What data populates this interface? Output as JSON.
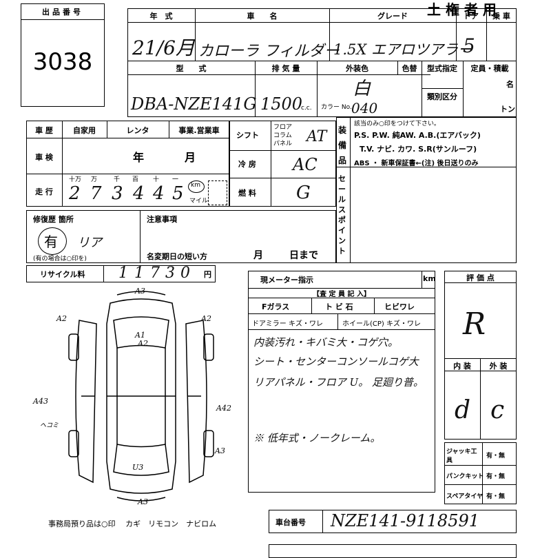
{
  "header": {
    "lot_label": "出品番号",
    "lot_number": "3038",
    "title": "土 権 者 用"
  },
  "vehicle": {
    "year_label": "年　式",
    "year_value": "21/6月",
    "name_label": "車　　名",
    "name_value": "カローラ フィルダー",
    "grade_label": "グレード",
    "grade_value": "1.5X エアロツアラー",
    "doors_label": "ドア",
    "doors_value": "5",
    "seating_label": "乗 車",
    "model_label": "型　　式",
    "model_value": "DBA-NZE141G",
    "displacement_label": "排 気 量",
    "displacement_value": "1500",
    "displacement_unit": "c.c.",
    "exterior_color_label": "外装色",
    "exterior_color_value": "白",
    "color_code_label": "カラー No.",
    "color_code_value": "040",
    "color_change_label": "色替",
    "model_designation_label": "型式指定",
    "category_label": "類別区分",
    "capacity_label": "定員・積載",
    "persons_unit": "名",
    "tons_unit": "トン"
  },
  "usage": {
    "history_label": "車 歴",
    "private_label": "自家用",
    "rental_label": "レンタ",
    "business_label": "事業.営業車",
    "inspection_label": "車 検",
    "year_unit": "年",
    "month_unit": "月",
    "mileage_label": "走 行",
    "digit_labels": [
      "十万",
      "万",
      "千",
      "百",
      "十",
      "一"
    ],
    "mileage_digits": [
      "2",
      "7",
      "3",
      "4",
      "4",
      "5"
    ],
    "km_label": "km",
    "mile_label": "マイル"
  },
  "drivetrain": {
    "shift_label": "シフト",
    "shift_options": [
      "フロア",
      "コラム",
      "パネル"
    ],
    "shift_value": "AT",
    "ac_label": "冷 房",
    "ac_value": "AC",
    "fuel_label": "燃 料",
    "fuel_value": "G"
  },
  "equipment": {
    "label": "装 備 品",
    "note": "該当のみ○印をつけて下さい。",
    "line1": "P.S.  P.W.  純AW.  A.B.(エアバック)",
    "line2": "T.V.  ナビ.  カワ.  S.R(サンルーフ)",
    "line3": "ABS ・ 新車保証書←(注) 後日送りのみ"
  },
  "sales_point_label": "セールスポイント",
  "repair": {
    "label": "修復歴  箇所",
    "value": "有",
    "location": "リア",
    "note": "(有の場合は○印を)",
    "notes_label": "注意事項",
    "name_change_label": "名変期日の短い方",
    "month_unit": "月",
    "day_unit": "日まで"
  },
  "recycle": {
    "label": "リサイクル料",
    "digits": [
      "1",
      "1",
      "7",
      "3",
      "0"
    ],
    "unit": "円"
  },
  "meter": {
    "label": "現メーター指示",
    "unit": "km"
  },
  "inspector": {
    "title": "【査 定 員 記 入】",
    "glass_label": "Fガラス",
    "scratch_label": "ト ビ 石",
    "crack_label": "ヒビワレ",
    "mirror_label": "ドアミラー キズ・ワレ",
    "wheel_label": "ホイール(CP) キズ・ワレ",
    "lines": [
      "内装汚れ・キバミ大・コゲ穴。",
      "シート・センターコンソールコゲ大",
      "リアパネル・フロア U。 足廻り普。",
      "※ 低年式・ノークレーム。"
    ]
  },
  "score": {
    "label": "評 価 点",
    "value": "R",
    "interior_label": "内 装",
    "exterior_label": "外 装",
    "interior_value": "d",
    "exterior_value": "c"
  },
  "tools": {
    "jack_label": "ジャッキ工具",
    "puncture_label": "パンクキット",
    "spare_label": "スペアタイヤ",
    "option": "有・無"
  },
  "diagram": {
    "marks": [
      "A3",
      "A2",
      "A2",
      "A1",
      "A2",
      "A43",
      "A42",
      "A3",
      "U3",
      "A3",
      "ヘコミ"
    ]
  },
  "footer": {
    "office_note": "事務局預り品は○印　 カギ　リモコン　ナビロム",
    "chassis_label": "車台番号",
    "chassis_value": "NZE141-9118591"
  }
}
